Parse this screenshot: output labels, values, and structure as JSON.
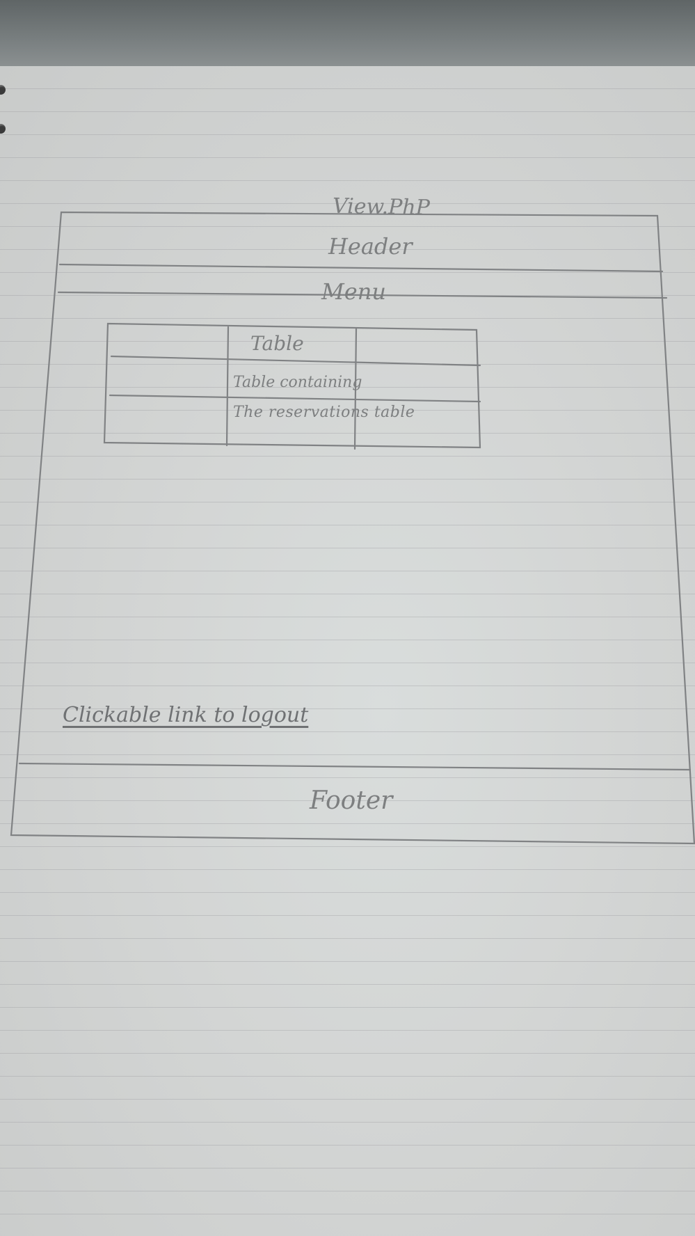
{
  "sketch": {
    "page_title": "View.PhP",
    "header": "Header",
    "menu": "Menu",
    "table": {
      "heading": "Table",
      "line1": "Table containing",
      "line2": "The reservations table"
    },
    "logout_link": "Clickable link to logout",
    "footer": "Footer"
  },
  "colors": {
    "pencil": "#7d7f80",
    "paper": "#d6d8d7",
    "ruling": "#a0a0a6"
  }
}
